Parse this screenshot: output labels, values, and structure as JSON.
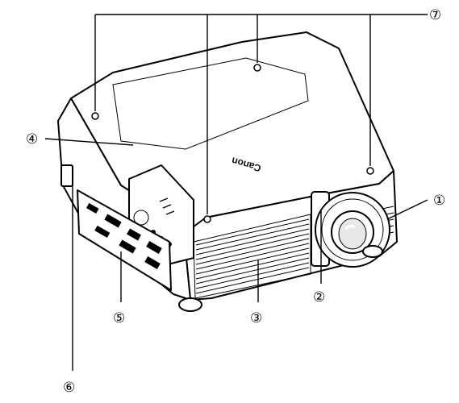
{
  "brand": "Canon",
  "callouts": [
    {
      "id": "lens",
      "label": "①"
    },
    {
      "id": "lens-arm",
      "label": "②"
    },
    {
      "id": "vent-front",
      "label": "③"
    },
    {
      "id": "side-panel",
      "label": "④"
    },
    {
      "id": "ports",
      "label": "⑤"
    },
    {
      "id": "lock-slot",
      "label": "⑥"
    },
    {
      "id": "feet",
      "label": "⑦"
    }
  ]
}
